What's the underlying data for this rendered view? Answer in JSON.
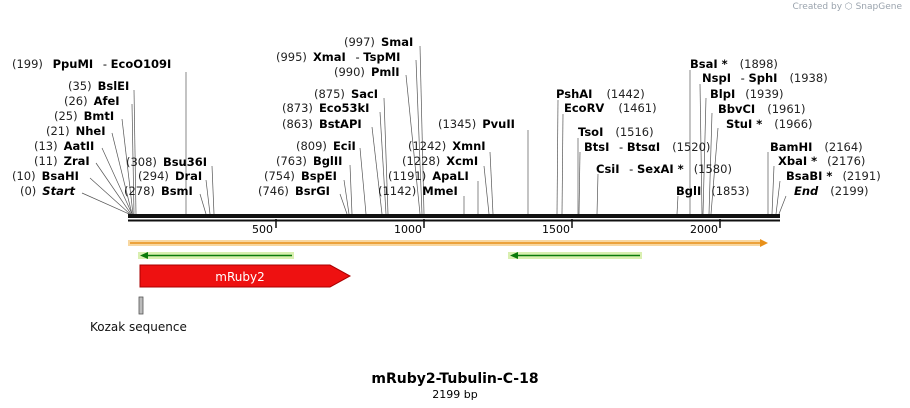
{
  "credit": "Created by ⬡ SnapGene",
  "plasmid": {
    "name": "mRuby2-Tubulin-C-18",
    "length": "2199 bp"
  },
  "ruler": [
    "500",
    "1000",
    "1500",
    "2000"
  ],
  "features": {
    "mruby2": "mRuby2",
    "kozak": "Kozak sequence"
  },
  "sites_left": [
    {
      "pos": "(199)",
      "name": "PpuMI",
      "extra": "EcoO109I"
    },
    {
      "pos": "(35)",
      "name": "BslEI"
    },
    {
      "pos": "(26)",
      "name": "AfeI"
    },
    {
      "pos": "(25)",
      "name": "BmtI"
    },
    {
      "pos": "(21)",
      "name": "NheI"
    },
    {
      "pos": "(13)",
      "name": "AatII"
    },
    {
      "pos": "(11)",
      "name": "ZraI"
    },
    {
      "pos": "(10)",
      "name": "BsaHI"
    },
    {
      "pos": "(0)",
      "name": "Start"
    }
  ],
  "sites_left_inner": [
    {
      "pos": "(308)",
      "name": "Bsu36I"
    },
    {
      "pos": "(294)",
      "name": "DraI"
    },
    {
      "pos": "(278)",
      "name": "BsmI"
    }
  ],
  "sites_middle": [
    {
      "pos": "(997)",
      "name": "SmaI"
    },
    {
      "pos": "(995)",
      "name": "XmaI",
      "extra": "TspMI"
    },
    {
      "pos": "(990)",
      "name": "PmlI"
    },
    {
      "pos": "(875)",
      "name": "SacI"
    },
    {
      "pos": "(873)",
      "name": "Eco53kI"
    },
    {
      "pos": "(863)",
      "name": "BstAPI"
    },
    {
      "pos": "(809)",
      "name": "EciI"
    },
    {
      "pos": "(763)",
      "name": "BglII"
    },
    {
      "pos": "(754)",
      "name": "BspEI"
    },
    {
      "pos": "(746)",
      "name": "BsrGI"
    }
  ],
  "sites_center": [
    {
      "pos": "(1345)",
      "name": "PvuII"
    },
    {
      "pos": "(1242)",
      "name": "XmnI"
    },
    {
      "pos": "(1228)",
      "name": "XcmI"
    },
    {
      "pos": "(1191)",
      "name": "ApaLI"
    },
    {
      "pos": "(1142)",
      "name": "MmeI"
    }
  ],
  "sites_right_a": [
    {
      "pos": "(1442)",
      "name": "PshAI"
    },
    {
      "pos": "(1461)",
      "name": "EcoRV"
    },
    {
      "pos": "(1516)",
      "name": "TsoI"
    },
    {
      "pos": "(1520)",
      "name": "BtsI",
      "extra": "BtsαI"
    },
    {
      "pos": "(1580)",
      "name": "CsiI",
      "extra": "SexAI *"
    },
    {
      "pos": "(1853)",
      "name": "BglI"
    }
  ],
  "sites_right_b": [
    {
      "pos": "(1898)",
      "name": "BsaI *"
    },
    {
      "pos": "(1938)",
      "name": "NspI",
      "extra": "SphI"
    },
    {
      "pos": "(1939)",
      "name": "BlpI"
    },
    {
      "pos": "(1961)",
      "name": "BbvCI"
    },
    {
      "pos": "(1966)",
      "name": "StuI *"
    },
    {
      "pos": "(2164)",
      "name": "BamHI"
    },
    {
      "pos": "(2176)",
      "name": "XbaI *"
    },
    {
      "pos": "(2191)",
      "name": "BsaBI *"
    },
    {
      "pos": "(2199)",
      "name": "End"
    }
  ]
}
